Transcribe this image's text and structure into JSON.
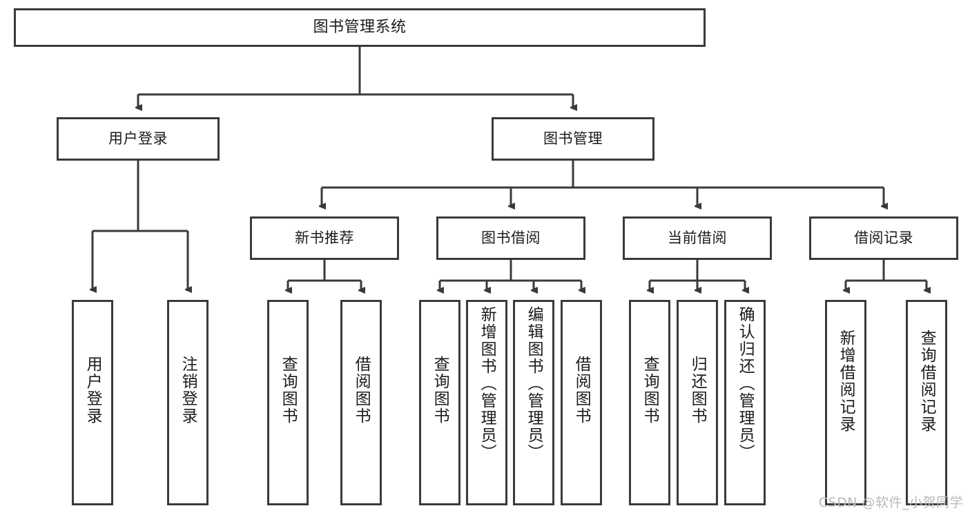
{
  "diagram": {
    "title": "图书管理系统",
    "watermark": "CSDN @软件_小贺同学",
    "line_color": "#3a3a3a",
    "box_fill": "#ffffff",
    "text_color": "#1b1b1b",
    "watermark_color": "#b9b9b9",
    "levels": {
      "root": {
        "label": "图书管理系统"
      },
      "level1": [
        {
          "id": "user-login",
          "label": "用户登录"
        },
        {
          "id": "book-management",
          "label": "图书管理"
        }
      ],
      "level2": [
        {
          "id": "new-book-recommend",
          "label": "新书推荐",
          "parent": "book-management"
        },
        {
          "id": "book-borrow",
          "label": "图书借阅",
          "parent": "book-management"
        },
        {
          "id": "current-borrow",
          "label": "当前借阅",
          "parent": "book-management"
        },
        {
          "id": "borrow-record",
          "label": "借阅记录",
          "parent": "book-management"
        }
      ],
      "leaves": {
        "user-login": [
          {
            "id": "leaf-user-login",
            "label": "用户登录"
          },
          {
            "id": "leaf-logout-login",
            "label": "注销登录"
          }
        ],
        "new-book-recommend": [
          {
            "id": "leaf-query-book-1",
            "label": "查询图书"
          },
          {
            "id": "leaf-borrow-book-1",
            "label": "借阅图书"
          }
        ],
        "book-borrow": [
          {
            "id": "leaf-query-book-2",
            "label": "查询图书"
          },
          {
            "id": "leaf-add-book",
            "label": "新增图书（管理员）"
          },
          {
            "id": "leaf-edit-book",
            "label": "编辑图书（管理员）"
          },
          {
            "id": "leaf-borrow-book-2",
            "label": "借阅图书"
          }
        ],
        "current-borrow": [
          {
            "id": "leaf-query-book-3",
            "label": "查询图书"
          },
          {
            "id": "leaf-return-book",
            "label": "归还图书"
          },
          {
            "id": "leaf-confirm-return",
            "label": "确认归还（管理员）"
          }
        ],
        "borrow-record": [
          {
            "id": "leaf-add-record",
            "label": "新增借阅记录"
          },
          {
            "id": "leaf-query-record",
            "label": "查询借阅记录"
          }
        ]
      }
    }
  }
}
